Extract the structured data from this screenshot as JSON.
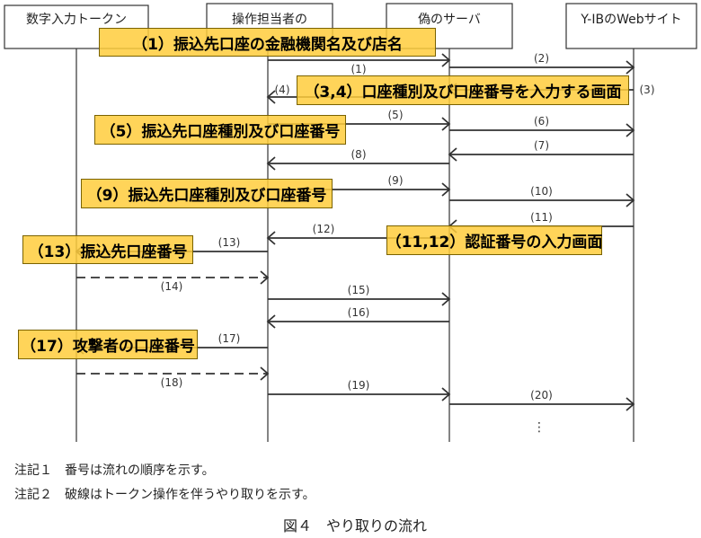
{
  "participants": [
    "数字入力トークン",
    "操作担当者の",
    "偽のサーバ",
    "Y-IBのWebサイト"
  ],
  "messages": [
    {
      "label": "(1)",
      "from": 1,
      "to": 2
    },
    {
      "label": "(2)",
      "from": 2,
      "to": 3
    },
    {
      "label": "(3)",
      "from": 3,
      "to": 2
    },
    {
      "label": "(4)",
      "from": 2,
      "to": 1
    },
    {
      "label": "(5)",
      "from": 1,
      "to": 2
    },
    {
      "label": "(6)",
      "from": 2,
      "to": 3
    },
    {
      "label": "(7)",
      "from": 3,
      "to": 2
    },
    {
      "label": "(8)",
      "from": 2,
      "to": 1
    },
    {
      "label": "(9)",
      "from": 1,
      "to": 2
    },
    {
      "label": "(10)",
      "from": 2,
      "to": 3
    },
    {
      "label": "(11)",
      "from": 3,
      "to": 2
    },
    {
      "label": "(12)",
      "from": 2,
      "to": 1
    },
    {
      "label": "(13)",
      "from": 1,
      "to": 0
    },
    {
      "label": "(14)",
      "from": 0,
      "to": 1,
      "dashed": true
    },
    {
      "label": "(15)",
      "from": 1,
      "to": 2
    },
    {
      "label": "(16)",
      "from": 2,
      "to": 1
    },
    {
      "label": "(17)",
      "from": 1,
      "to": 0
    },
    {
      "label": "(18)",
      "from": 0,
      "to": 1,
      "dashed": true
    },
    {
      "label": "(19)",
      "from": 1,
      "to": 2
    },
    {
      "label": "(20)",
      "from": 2,
      "to": 3
    }
  ],
  "continuation": "⋮",
  "overlays": [
    "（1）振込先口座の金融機関名及び店名",
    "（3,4）口座種別及び口座番号を入力する画面",
    "（5）振込先口座種別及び口座番号",
    "（9）振込先口座種別及び口座番号",
    "（11,12）認証番号の入力画面",
    "（13）振込先口座番号",
    "（17）攻撃者の口座番号"
  ],
  "notes": [
    "注記１　番号は流れの順序を示す。",
    "注記２　破線はトークン操作を伴うやり取りを示す。"
  ],
  "caption": "図４　やり取りの流れ",
  "colors": {
    "highlight": "#FFCD3C"
  }
}
